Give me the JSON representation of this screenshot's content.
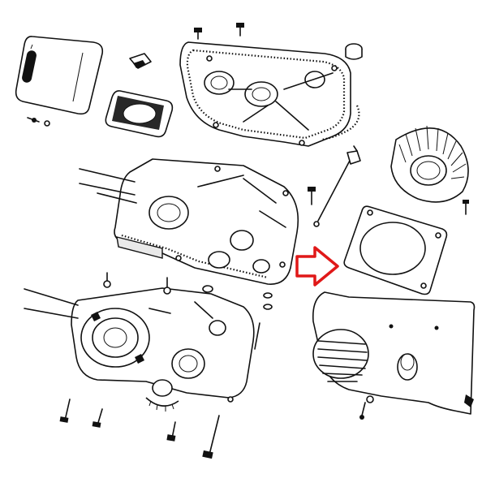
{
  "image": {
    "kind": "exploded engine parts line drawing",
    "highlight": {
      "shape": "arrow",
      "direction": "right",
      "color": "#e01818"
    },
    "colors": {
      "ink": "#111111",
      "paper": "#ffffff",
      "accent": "#e01818"
    }
  }
}
